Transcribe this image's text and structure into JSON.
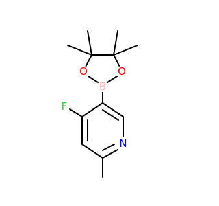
{
  "atoms": {
    "oxygen_left": {
      "symbol": "O",
      "color": "#ff0000"
    },
    "oxygen_right": {
      "symbol": "O",
      "color": "#ff0000"
    },
    "boron": {
      "symbol": "B",
      "color": "#ffb5b5"
    },
    "fluorine": {
      "symbol": "F",
      "color": "#33cc33"
    },
    "nitrogen": {
      "symbol": "N",
      "color": "#0000ff"
    }
  },
  "bond_color": "#000000",
  "background": "#ffffff"
}
